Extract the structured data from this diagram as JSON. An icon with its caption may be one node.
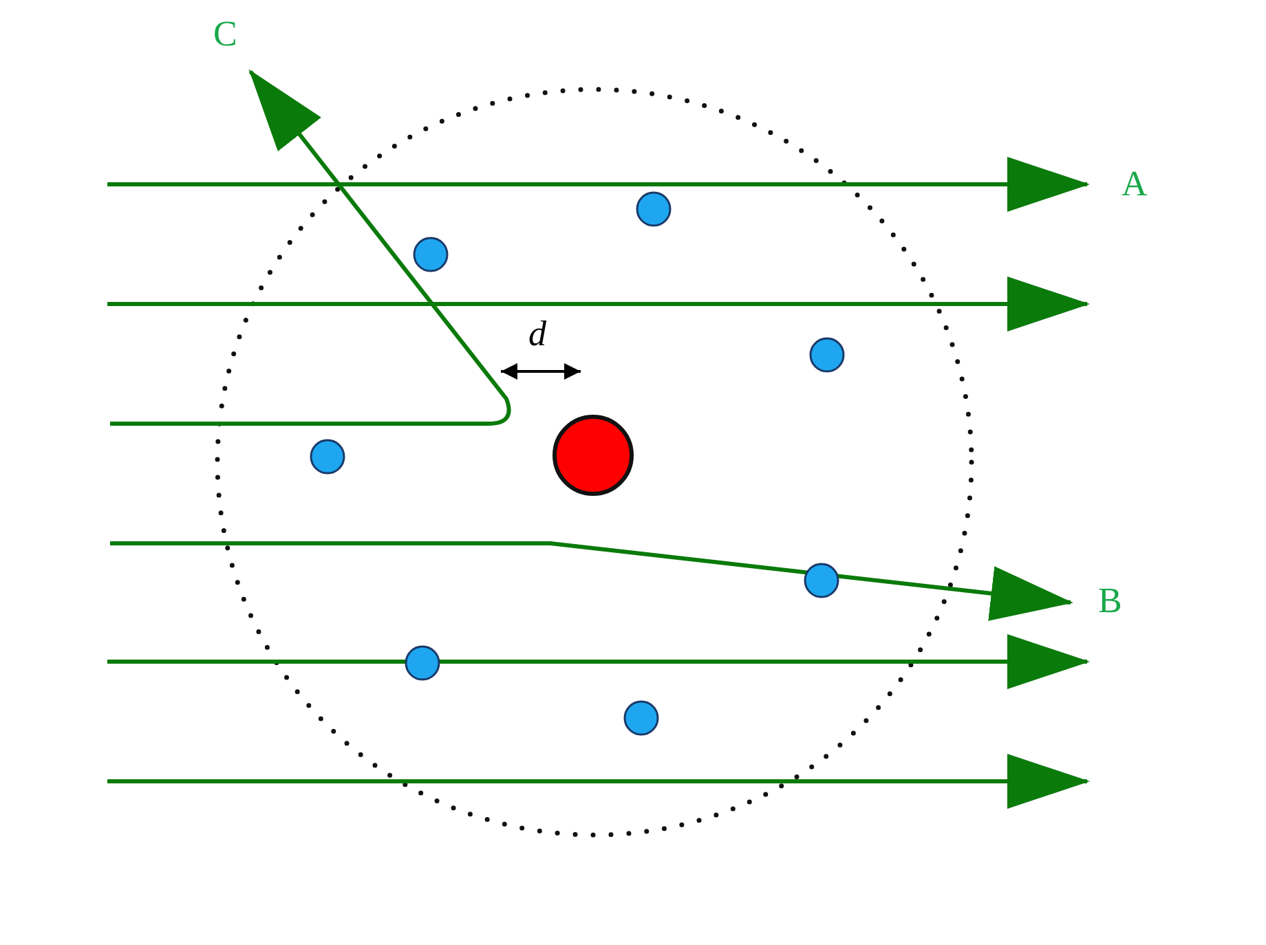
{
  "diagram": {
    "labels": [
      "C",
      "A",
      "d",
      "B"
    ]
  }
}
